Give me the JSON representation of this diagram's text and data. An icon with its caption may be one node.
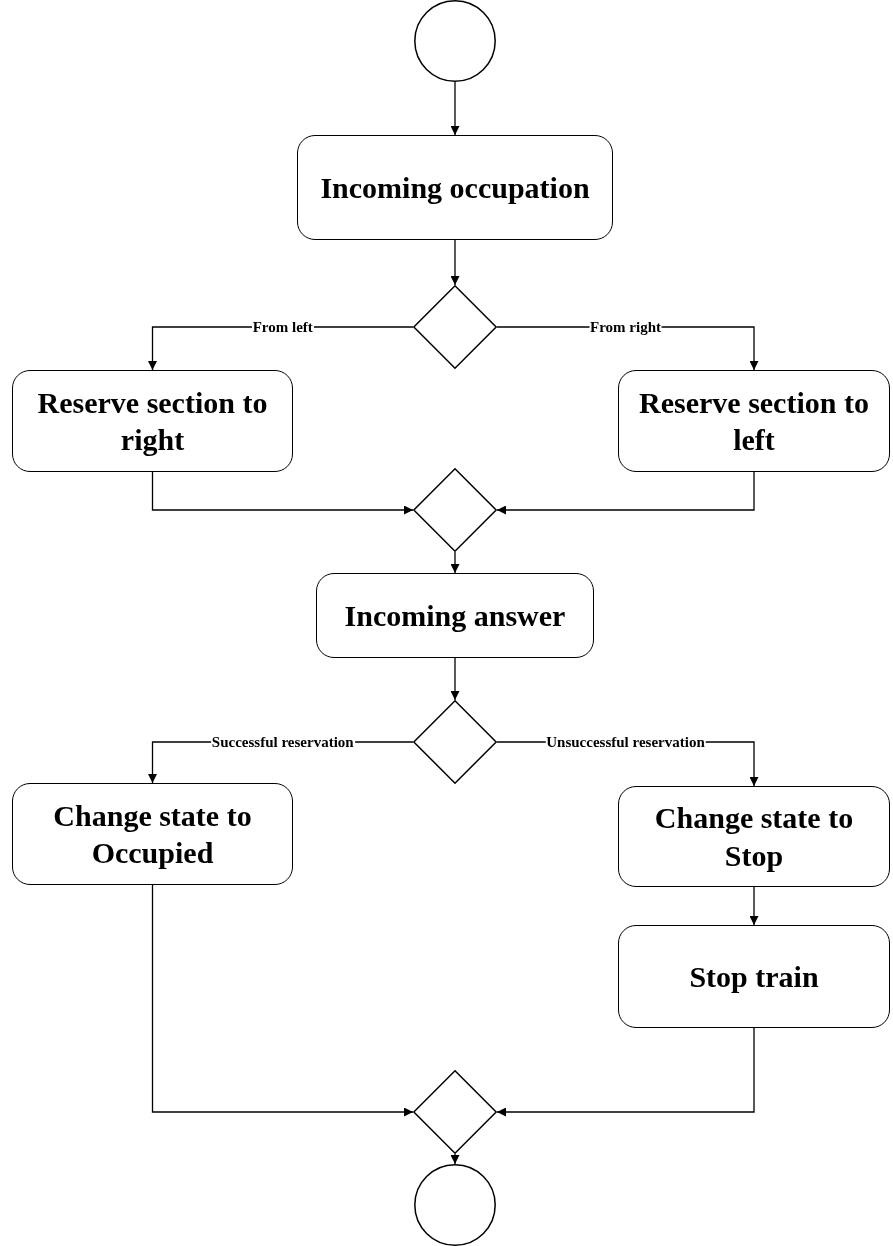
{
  "diagram": {
    "nodes": [
      {
        "text": [],
        "shape": "circle"
      },
      {
        "text": [
          "Incoming occupation"
        ]
      },
      {
        "text": [],
        "shape": "diamond"
      },
      {
        "text": [
          "Reserve section to right"
        ]
      },
      {
        "text": [
          "Reserve section to left"
        ]
      },
      {
        "text": [],
        "shape": "diamond"
      },
      {
        "text": [
          "Incoming answer"
        ]
      },
      {
        "text": [],
        "shape": "diamond"
      },
      {
        "text": [
          "Change state to Occupied"
        ]
      },
      {
        "text": [
          "Change state to Stop"
        ]
      },
      {
        "text": [
          "Stop train"
        ]
      },
      {
        "text": [],
        "shape": "diamond"
      },
      {
        "text": [],
        "shape": "circle"
      }
    ],
    "edges": [
      {
        "from": 0,
        "to": 1,
        "arrow": "to"
      },
      {
        "from": 1,
        "to": 2,
        "arrow": "to"
      },
      {
        "from": 2,
        "to": 3,
        "arrow": "to",
        "label": "From left"
      },
      {
        "from": 2,
        "to": 4,
        "arrow": "to",
        "label": "From right"
      },
      {
        "from": 3,
        "to": 5,
        "arrow": "to"
      },
      {
        "from": 4,
        "to": 5,
        "arrow": "to"
      },
      {
        "from": 5,
        "to": 6,
        "arrow": "to"
      },
      {
        "from": 6,
        "to": 7,
        "arrow": "to"
      },
      {
        "from": 7,
        "to": 8,
        "arrow": "to",
        "label": "Successful reservation"
      },
      {
        "from": 7,
        "to": 9,
        "arrow": "to",
        "label": "Unsuccessful reservation"
      },
      {
        "from": 9,
        "to": 10,
        "arrow": "to"
      },
      {
        "from": 8,
        "to": 11,
        "arrow": "to"
      },
      {
        "from": 10,
        "to": 11,
        "arrow": "to"
      },
      {
        "from": 11,
        "to": 12,
        "arrow": "to"
      }
    ]
  }
}
